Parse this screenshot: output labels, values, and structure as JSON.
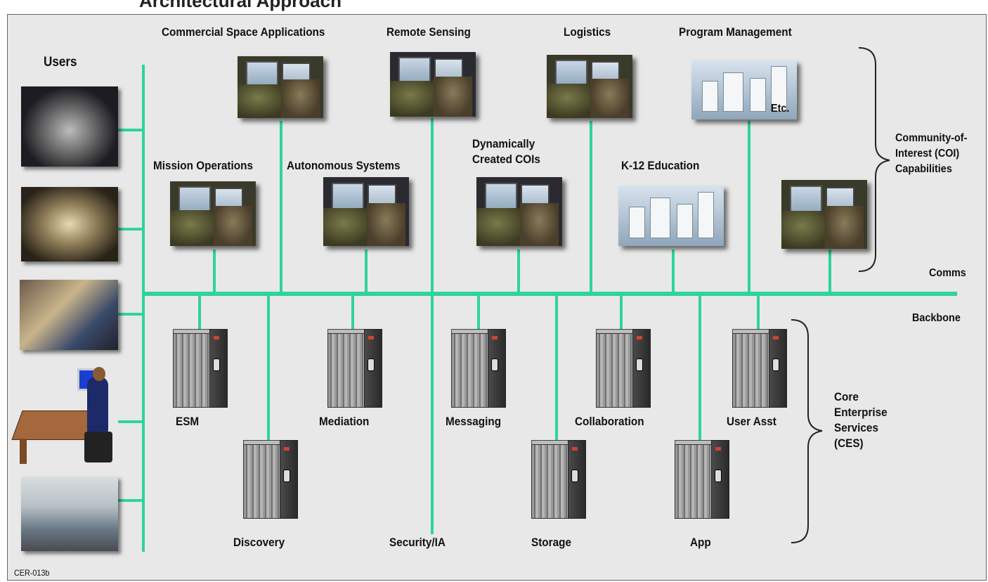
{
  "header": {
    "title_fragment": "Architectural Approach"
  },
  "labels": {
    "users": "Users",
    "commercial_space": "Commercial Space Applications",
    "remote_sensing": "Remote Sensing",
    "logistics": "Logistics",
    "program_management": "Program Management",
    "etc": "Etc.",
    "mission_operations": "Mission Operations",
    "autonomous_systems": "Autonomous Systems",
    "dynamic_cois": "Dynamically Created COIs",
    "k12": "K-12 Education",
    "coi_capabilities": "Community-of-Interest (COI) Capabilities",
    "comms": "Comms",
    "backbone": "Backbone",
    "ces": "Core Enterprise Services (CES)",
    "footer_code": "CER-013b"
  },
  "services": {
    "esm": "ESM",
    "discovery": "Discovery",
    "mediation": "Mediation",
    "messaging": "Messaging",
    "security": "Security/IA",
    "storage": "Storage",
    "collaboration": "Collaboration",
    "app": "App",
    "user_asst": "User Asst"
  },
  "colors": {
    "line": "#2fd49a",
    "background": "#e8e8e8"
  }
}
